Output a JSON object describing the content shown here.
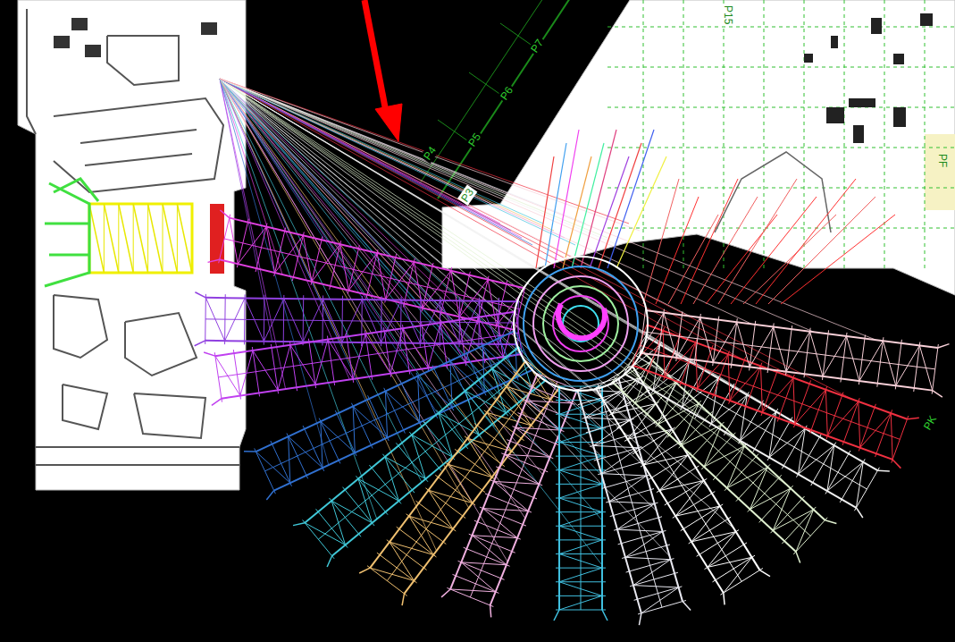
{
  "diagram": {
    "labels": [
      "P7",
      "P6",
      "P5",
      "P4",
      "P3",
      "PF",
      "PK",
      "P15"
    ]
  }
}
